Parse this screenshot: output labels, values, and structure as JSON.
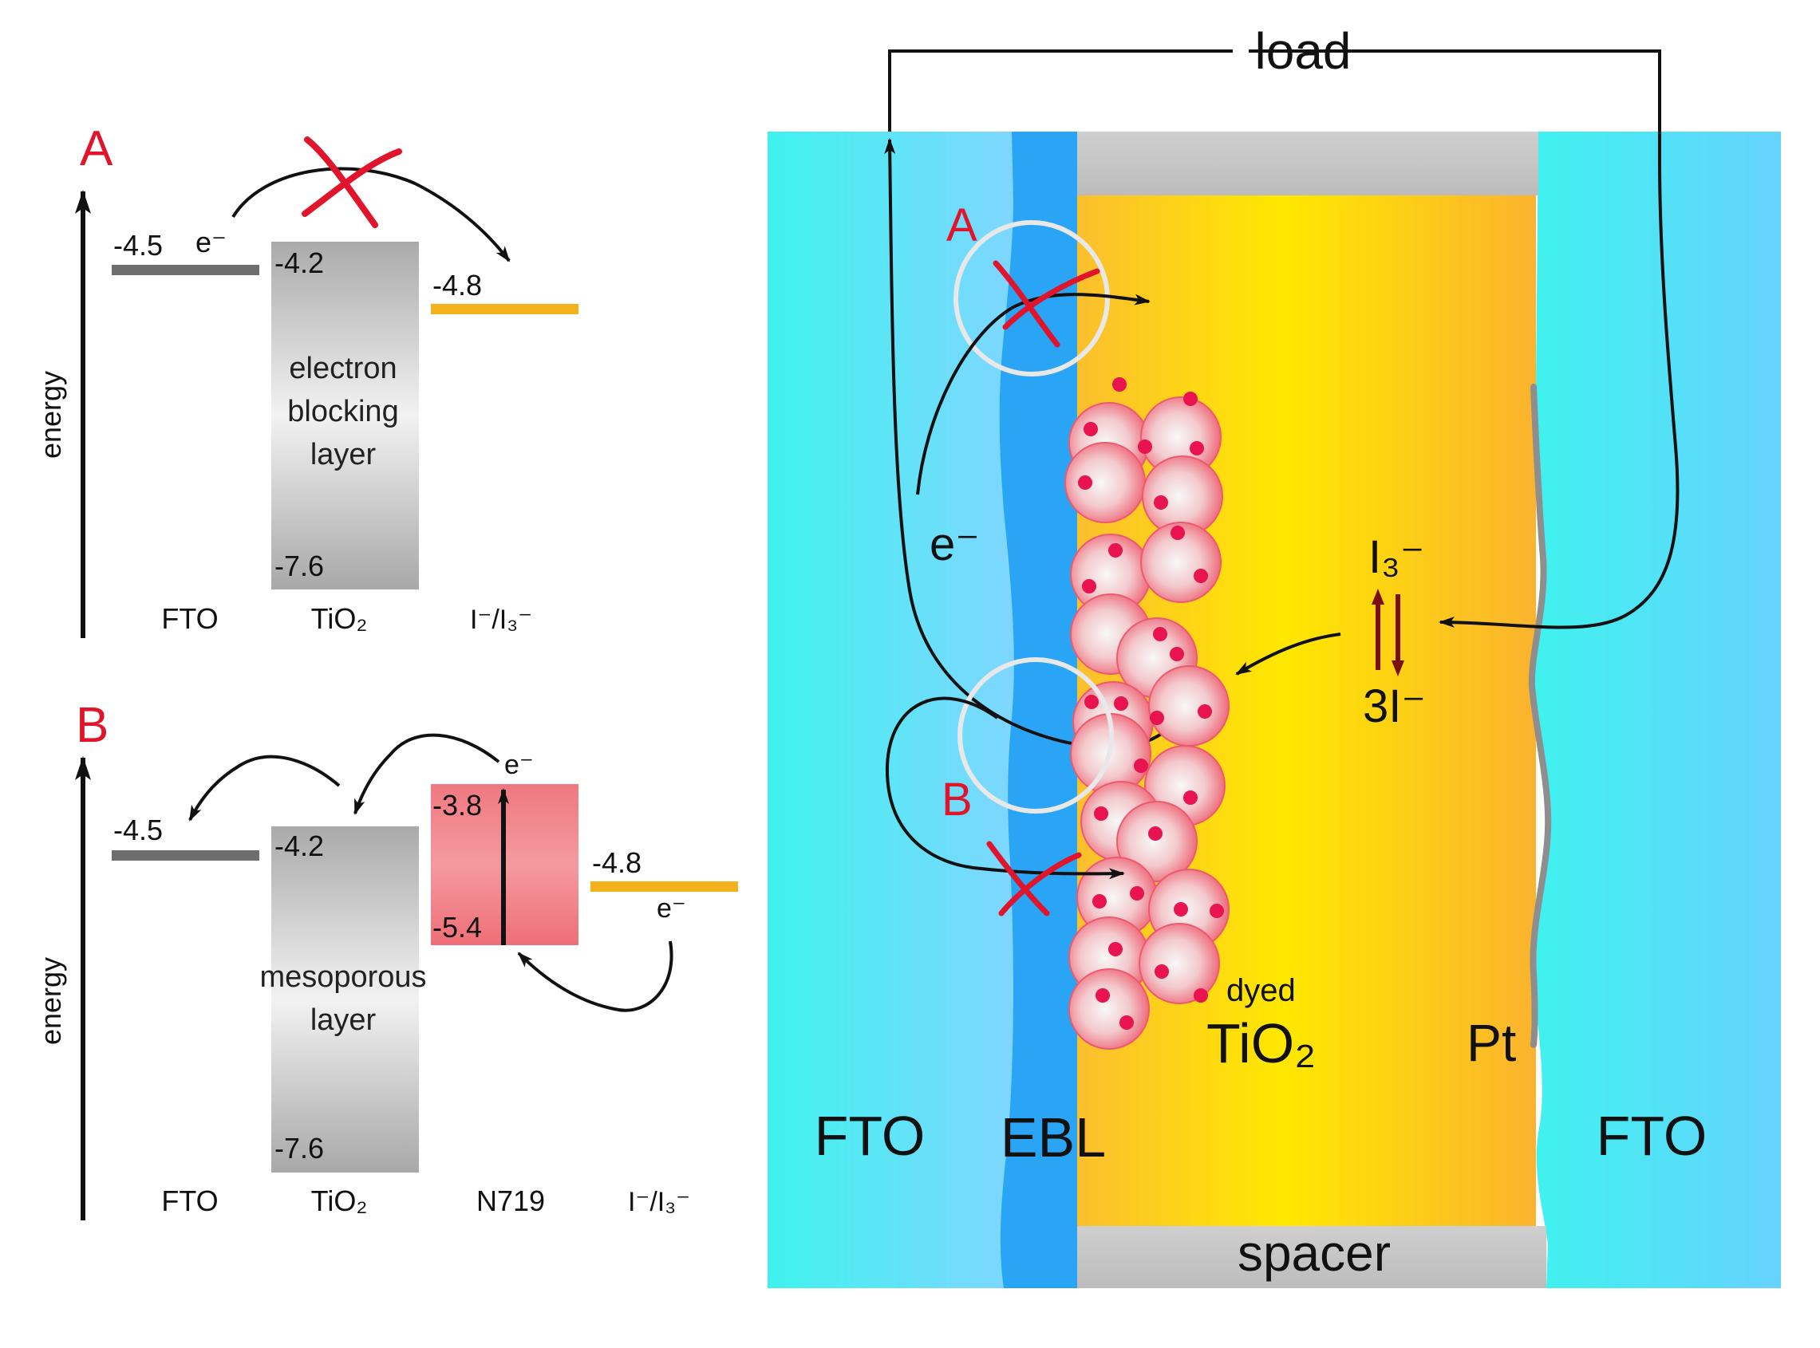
{
  "panel_a": {
    "letter": "A",
    "energy_label": "energy",
    "fto_level": "-4.5",
    "electron": "e⁻",
    "tio2_top": "-4.2",
    "tio2_bottom": "-7.6",
    "redox_level": "-4.8",
    "box_text": [
      "electron",
      "blocking",
      "layer"
    ],
    "x_labels": {
      "fto": "FTO",
      "tio2": "TiO₂",
      "redox": "I⁻/I₃⁻"
    }
  },
  "panel_b": {
    "letter": "B",
    "energy_label": "energy",
    "fto_level": "-4.5",
    "tio2_top": "-4.2",
    "tio2_bottom": "-7.6",
    "dye_top": "-3.8",
    "dye_bottom": "-5.4",
    "redox_level": "-4.8",
    "electron_top": "e⁻",
    "electron_bottom": "e⁻",
    "box_text": [
      "mesoporous",
      "layer"
    ],
    "x_labels": {
      "fto": "FTO",
      "tio2": "TiO₂",
      "dye": "N719",
      "redox": "I⁻/I₃⁻"
    }
  },
  "cell": {
    "load": "load",
    "marker_a": "A",
    "marker_b": "B",
    "electron": "e⁻",
    "triiodide": "I₃⁻",
    "iodide": "3I⁻",
    "dyed": "dyed",
    "tio2": "TiO₂",
    "pt": "Pt",
    "fto_left": "FTO",
    "ebl": "EBL",
    "fto_right": "FTO",
    "spacer": "spacer"
  },
  "colors": {
    "accent_red": "#e0142a",
    "fto_cyan": "#3ff0f0",
    "fto_blue": "#66d4ff",
    "ebl_blue": "#2aa4f4",
    "electrolyte_yellow": "#ffe600",
    "electrolyte_orange": "#fbb430",
    "redox_line": "#f3b21b",
    "dye_box": "#f07880",
    "spacer_gray": "#c4c4c4",
    "level_gray": "#6e6e6e",
    "redox_arrow": "#7a1010"
  }
}
